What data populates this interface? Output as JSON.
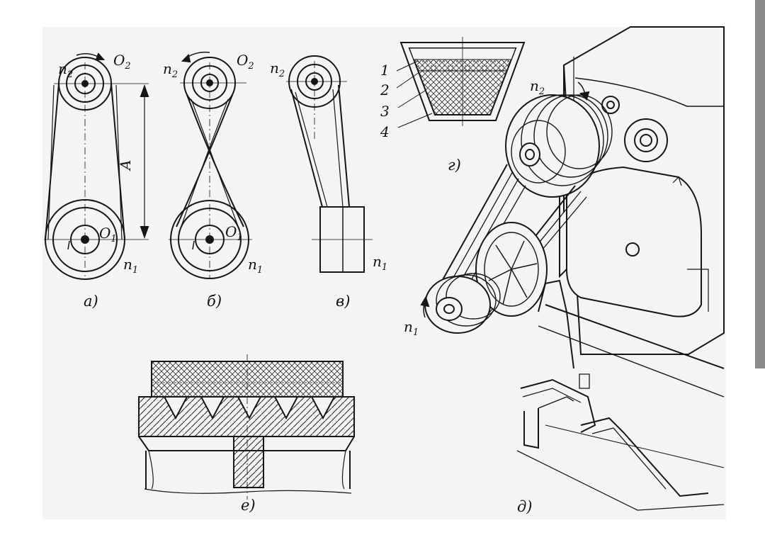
{
  "colors": {
    "paper": "#f4f4f2",
    "ink": "#161616",
    "hatch": "#3a3a3a",
    "scrollbar": "#8a8a8a"
  },
  "figure_a": {
    "caption": "а)",
    "top_pulley": "n",
    "top_pulley_sub": "2",
    "top_center": "O",
    "top_center_sub": "2",
    "bottom_center": "O",
    "bottom_center_sub": "1",
    "bottom_pulley": "n",
    "bottom_pulley_sub": "1",
    "distance": "A"
  },
  "figure_b": {
    "caption": "б)",
    "top_pulley": "n",
    "top_pulley_sub": "2",
    "top_center": "O",
    "top_center_sub": "2",
    "bottom_center": "O",
    "bottom_center_sub": "1",
    "bottom_pulley": "n",
    "bottom_pulley_sub": "1"
  },
  "figure_v": {
    "caption": "в)",
    "top_pulley": "n",
    "top_pulley_sub": "2",
    "bottom_pulley": "n",
    "bottom_pulley_sub": "1"
  },
  "figure_g": {
    "caption": "г)",
    "layers": [
      "1",
      "2",
      "3",
      "4"
    ]
  },
  "figure_d": {
    "caption": "д)",
    "top_pulley": "n",
    "top_pulley_sub": "2",
    "bottom_pulley": "n",
    "bottom_pulley_sub": "1"
  },
  "figure_e": {
    "caption": "е)"
  }
}
